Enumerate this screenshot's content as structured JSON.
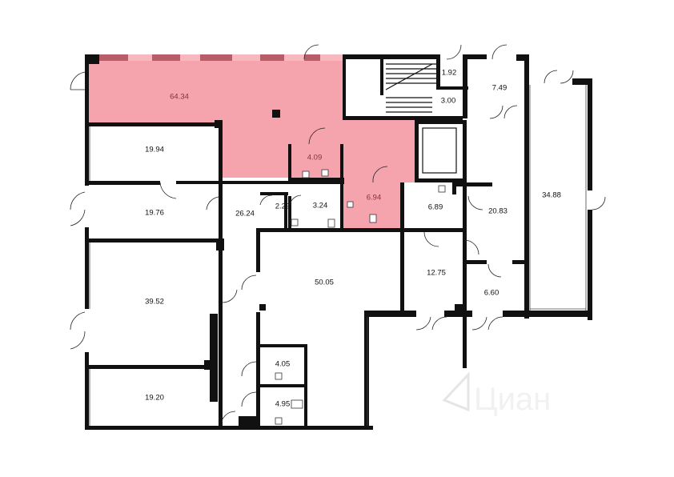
{
  "plan": {
    "colors": {
      "highlight": "#f5a3ad",
      "wall": "#111111",
      "window_highlight": "#f7b8c0"
    },
    "rooms": [
      {
        "id": "r1",
        "area": "64.34",
        "highlighted": true
      },
      {
        "id": "r2",
        "area": "4.09",
        "highlighted": true
      },
      {
        "id": "r3",
        "area": "6.94",
        "highlighted": true
      },
      {
        "id": "r4",
        "area": "1.92",
        "highlighted": false
      },
      {
        "id": "r5",
        "area": "3.00",
        "highlighted": false
      },
      {
        "id": "r6",
        "area": "7.49",
        "highlighted": false
      },
      {
        "id": "r7",
        "area": "19.94",
        "highlighted": false
      },
      {
        "id": "r8",
        "area": "19.76",
        "highlighted": false
      },
      {
        "id": "r9",
        "area": "26.24",
        "highlighted": false
      },
      {
        "id": "r10",
        "area": "2.29",
        "highlighted": false
      },
      {
        "id": "r11",
        "area": "3.24",
        "highlighted": false
      },
      {
        "id": "r12",
        "area": "6.89",
        "highlighted": false
      },
      {
        "id": "r13",
        "area": "20.83",
        "highlighted": false
      },
      {
        "id": "r14",
        "area": "34.88",
        "highlighted": false
      },
      {
        "id": "r15",
        "area": "12.75",
        "highlighted": false
      },
      {
        "id": "r16",
        "area": "6.60",
        "highlighted": false
      },
      {
        "id": "r17",
        "area": "50.05",
        "highlighted": false
      },
      {
        "id": "r18",
        "area": "39.52",
        "highlighted": false
      },
      {
        "id": "r19",
        "area": "4.05",
        "highlighted": false
      },
      {
        "id": "r20",
        "area": "4.95",
        "highlighted": false
      },
      {
        "id": "r21",
        "area": "19.20",
        "highlighted": false
      }
    ],
    "watermark": {
      "text": "Циан",
      "icon": "cian-logo-icon"
    }
  }
}
